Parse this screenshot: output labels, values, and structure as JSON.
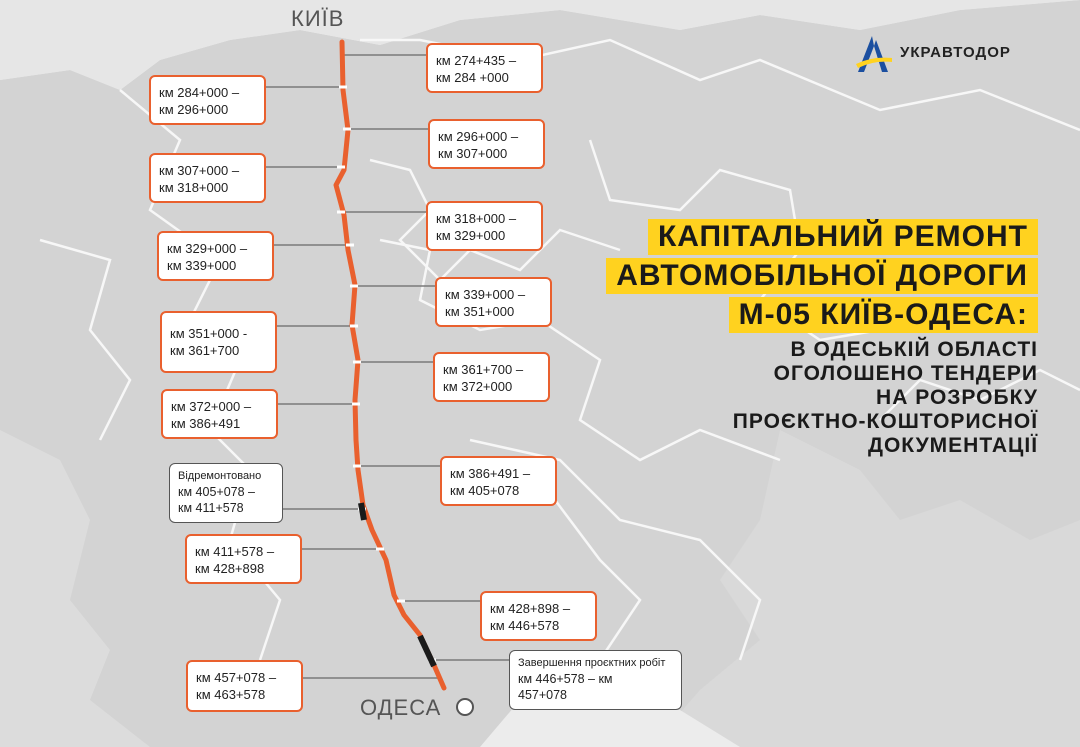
{
  "brand": {
    "name": "УКРАВТОДОР",
    "colors": {
      "route": "#e9602e",
      "highlight": "#ffd21f",
      "done": "#1a1a1a",
      "logo_blue": "#1b4fa0",
      "logo_yellow": "#ffd21f"
    }
  },
  "title": {
    "lines": [
      "КАПІТАЛЬНИЙ РЕМОНТ",
      "АВТОМОБІЛЬНОЇ ДОРОГИ",
      "М-05 КИЇВ-ОДЕСА:"
    ]
  },
  "subtitle": {
    "lines": [
      "В ОДЕСЬКІЙ ОБЛАСТІ",
      "ОГОЛОШЕНО ТЕНДЕРИ",
      "НА РОЗРОБКУ",
      "ПРОЄКТНО-КОШТОРИСНОЇ",
      "ДОКУМЕНТАЦІЇ"
    ]
  },
  "cities": {
    "start": "КИЇВ",
    "end": "ОДЕСА"
  },
  "segments": [
    {
      "line1": "км 274+435 –",
      "line2": "км 284 +000",
      "status": "planned"
    },
    {
      "line1": "км 284+000 –",
      "line2": "км 296+000",
      "status": "planned"
    },
    {
      "line1": "км 296+000 –",
      "line2": "км 307+000",
      "status": "planned"
    },
    {
      "line1": "км 307+000 –",
      "line2": "км 318+000",
      "status": "planned"
    },
    {
      "line1": "км 318+000 –",
      "line2": "км 329+000",
      "status": "planned"
    },
    {
      "line1": "км 329+000 –",
      "line2": "км 339+000",
      "status": "planned"
    },
    {
      "line1": "км 339+000 –",
      "line2": "км 351+000",
      "status": "planned"
    },
    {
      "line1": "км 351+000 -",
      "line2": "км 361+700",
      "status": "planned"
    },
    {
      "line1": "км 361+700 –",
      "line2": "км 372+000",
      "status": "planned"
    },
    {
      "line1": "км 372+000 –",
      "line2": "км 386+491",
      "status": "planned"
    },
    {
      "line1": "км 386+491 –",
      "line2": "км 405+078",
      "status": "planned"
    },
    {
      "note": "Відремонтовано",
      "line1": "км 405+078 –",
      "line2": "км 411+578",
      "status": "done"
    },
    {
      "line1": "км 411+578 –",
      "line2": "км 428+898",
      "status": "planned"
    },
    {
      "line1": "км 428+898 –",
      "line2": "км 446+578",
      "status": "planned"
    },
    {
      "note": "Завершення проєктних робіт",
      "line1": "км 446+578 – км",
      "line2": "457+078",
      "status": "design"
    },
    {
      "line1": "км 457+078 –",
      "line2": "км 463+578",
      "status": "planned"
    }
  ]
}
